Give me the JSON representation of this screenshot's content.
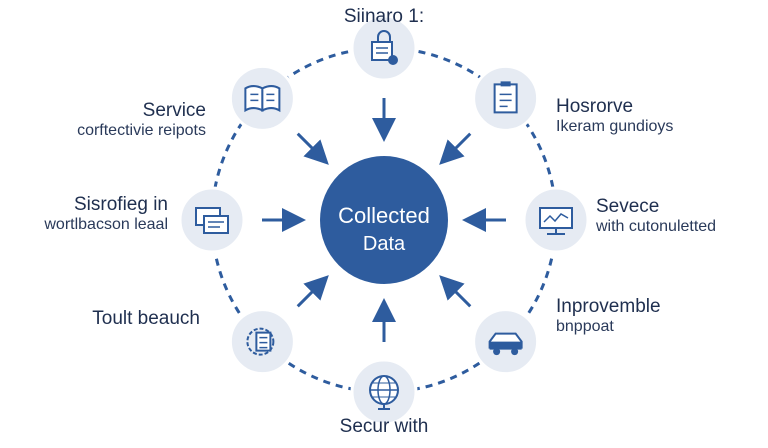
{
  "title": "Siinaro 1:",
  "center": {
    "line1": "Collected",
    "line2": "Data"
  },
  "nodes": [
    {
      "id": "top",
      "icon": "lock-document-icon",
      "line1": "",
      "line2": ""
    },
    {
      "id": "top-right",
      "icon": "clipboard-icon",
      "line1": "Hosrorve",
      "line2": "Ikeram gundioys"
    },
    {
      "id": "right",
      "icon": "monitor-icon",
      "line1": "Sevece",
      "line2": "with cutonuletted"
    },
    {
      "id": "bottom-right",
      "icon": "car-icon",
      "line1": "Inprovemble",
      "line2": "bnppoat"
    },
    {
      "id": "bottom",
      "icon": "globe-icon",
      "line1": "Secur with",
      "line2": ""
    },
    {
      "id": "bottom-left",
      "icon": "gear-document-icon",
      "line1": "Toult beauch",
      "line2": ""
    },
    {
      "id": "left",
      "icon": "documents-icon",
      "line1": "Sisrofieg in",
      "line2": "wortlbacson leaal"
    },
    {
      "id": "top-left",
      "icon": "book-icon",
      "line1": "Service",
      "line2": "corftectivie reipots"
    }
  ],
  "colors": {
    "primary": "#2e5c9e",
    "node_fill": "#e6ebf3",
    "ring": "#2e5c9e",
    "text": "#1f2f4f"
  }
}
